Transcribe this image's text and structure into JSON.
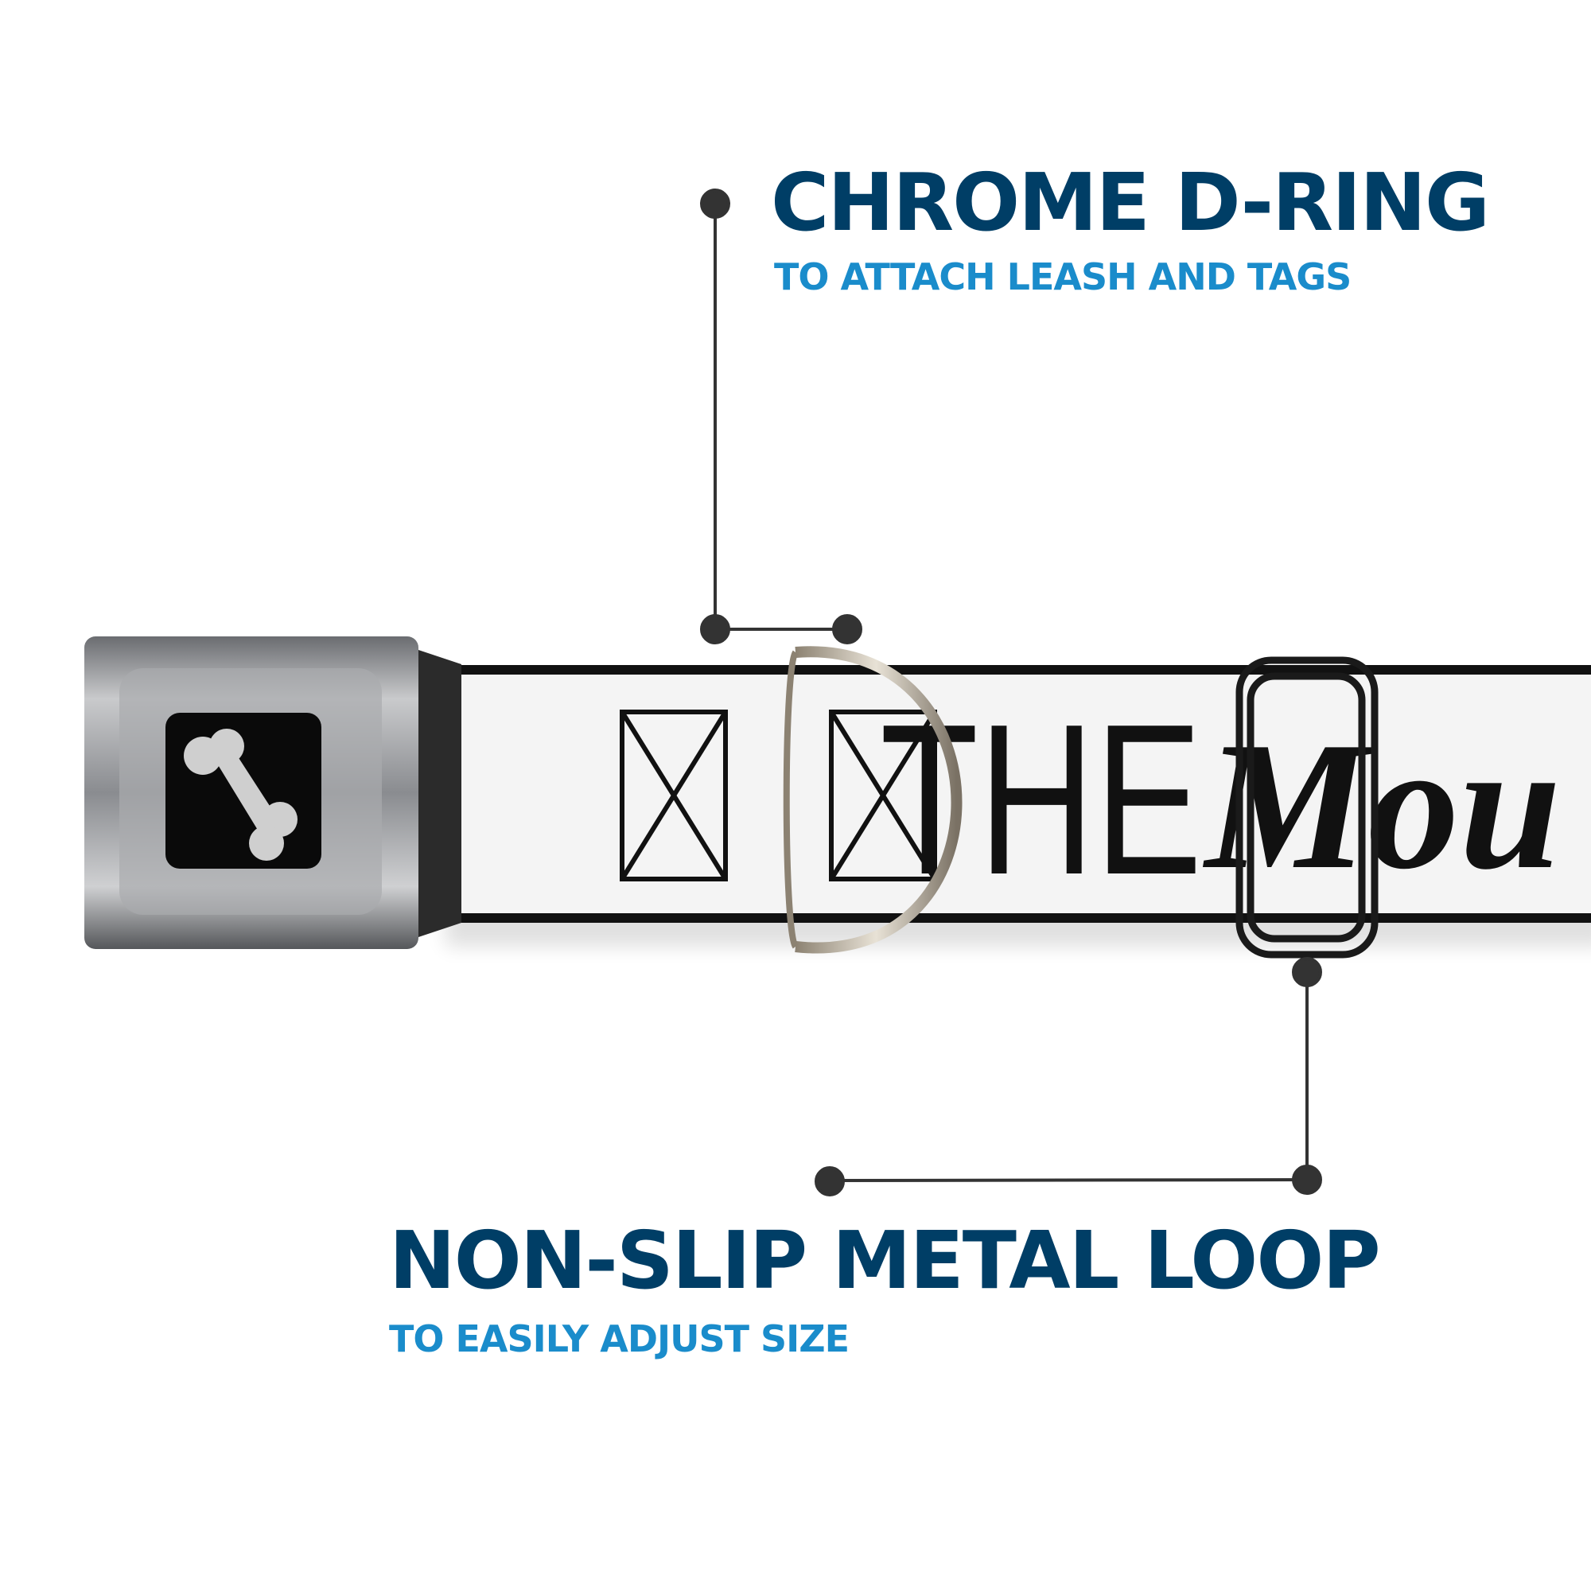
{
  "callouts": [
    {
      "title": "CHROME D-RING",
      "subtitle": "TO ATTACH LEASH AND TAGS"
    },
    {
      "title": "NON-SLIP METAL LOOP",
      "subtitle": "TO EASILY ADJUST SIZE"
    }
  ],
  "strap": {
    "print_text": "THE",
    "script_text": "Mou"
  },
  "colors": {
    "title": "#003e66",
    "subtitle": "#1a8ccb",
    "leader": "#333333"
  },
  "icons": {
    "buckle_logo": "bone-icon"
  }
}
